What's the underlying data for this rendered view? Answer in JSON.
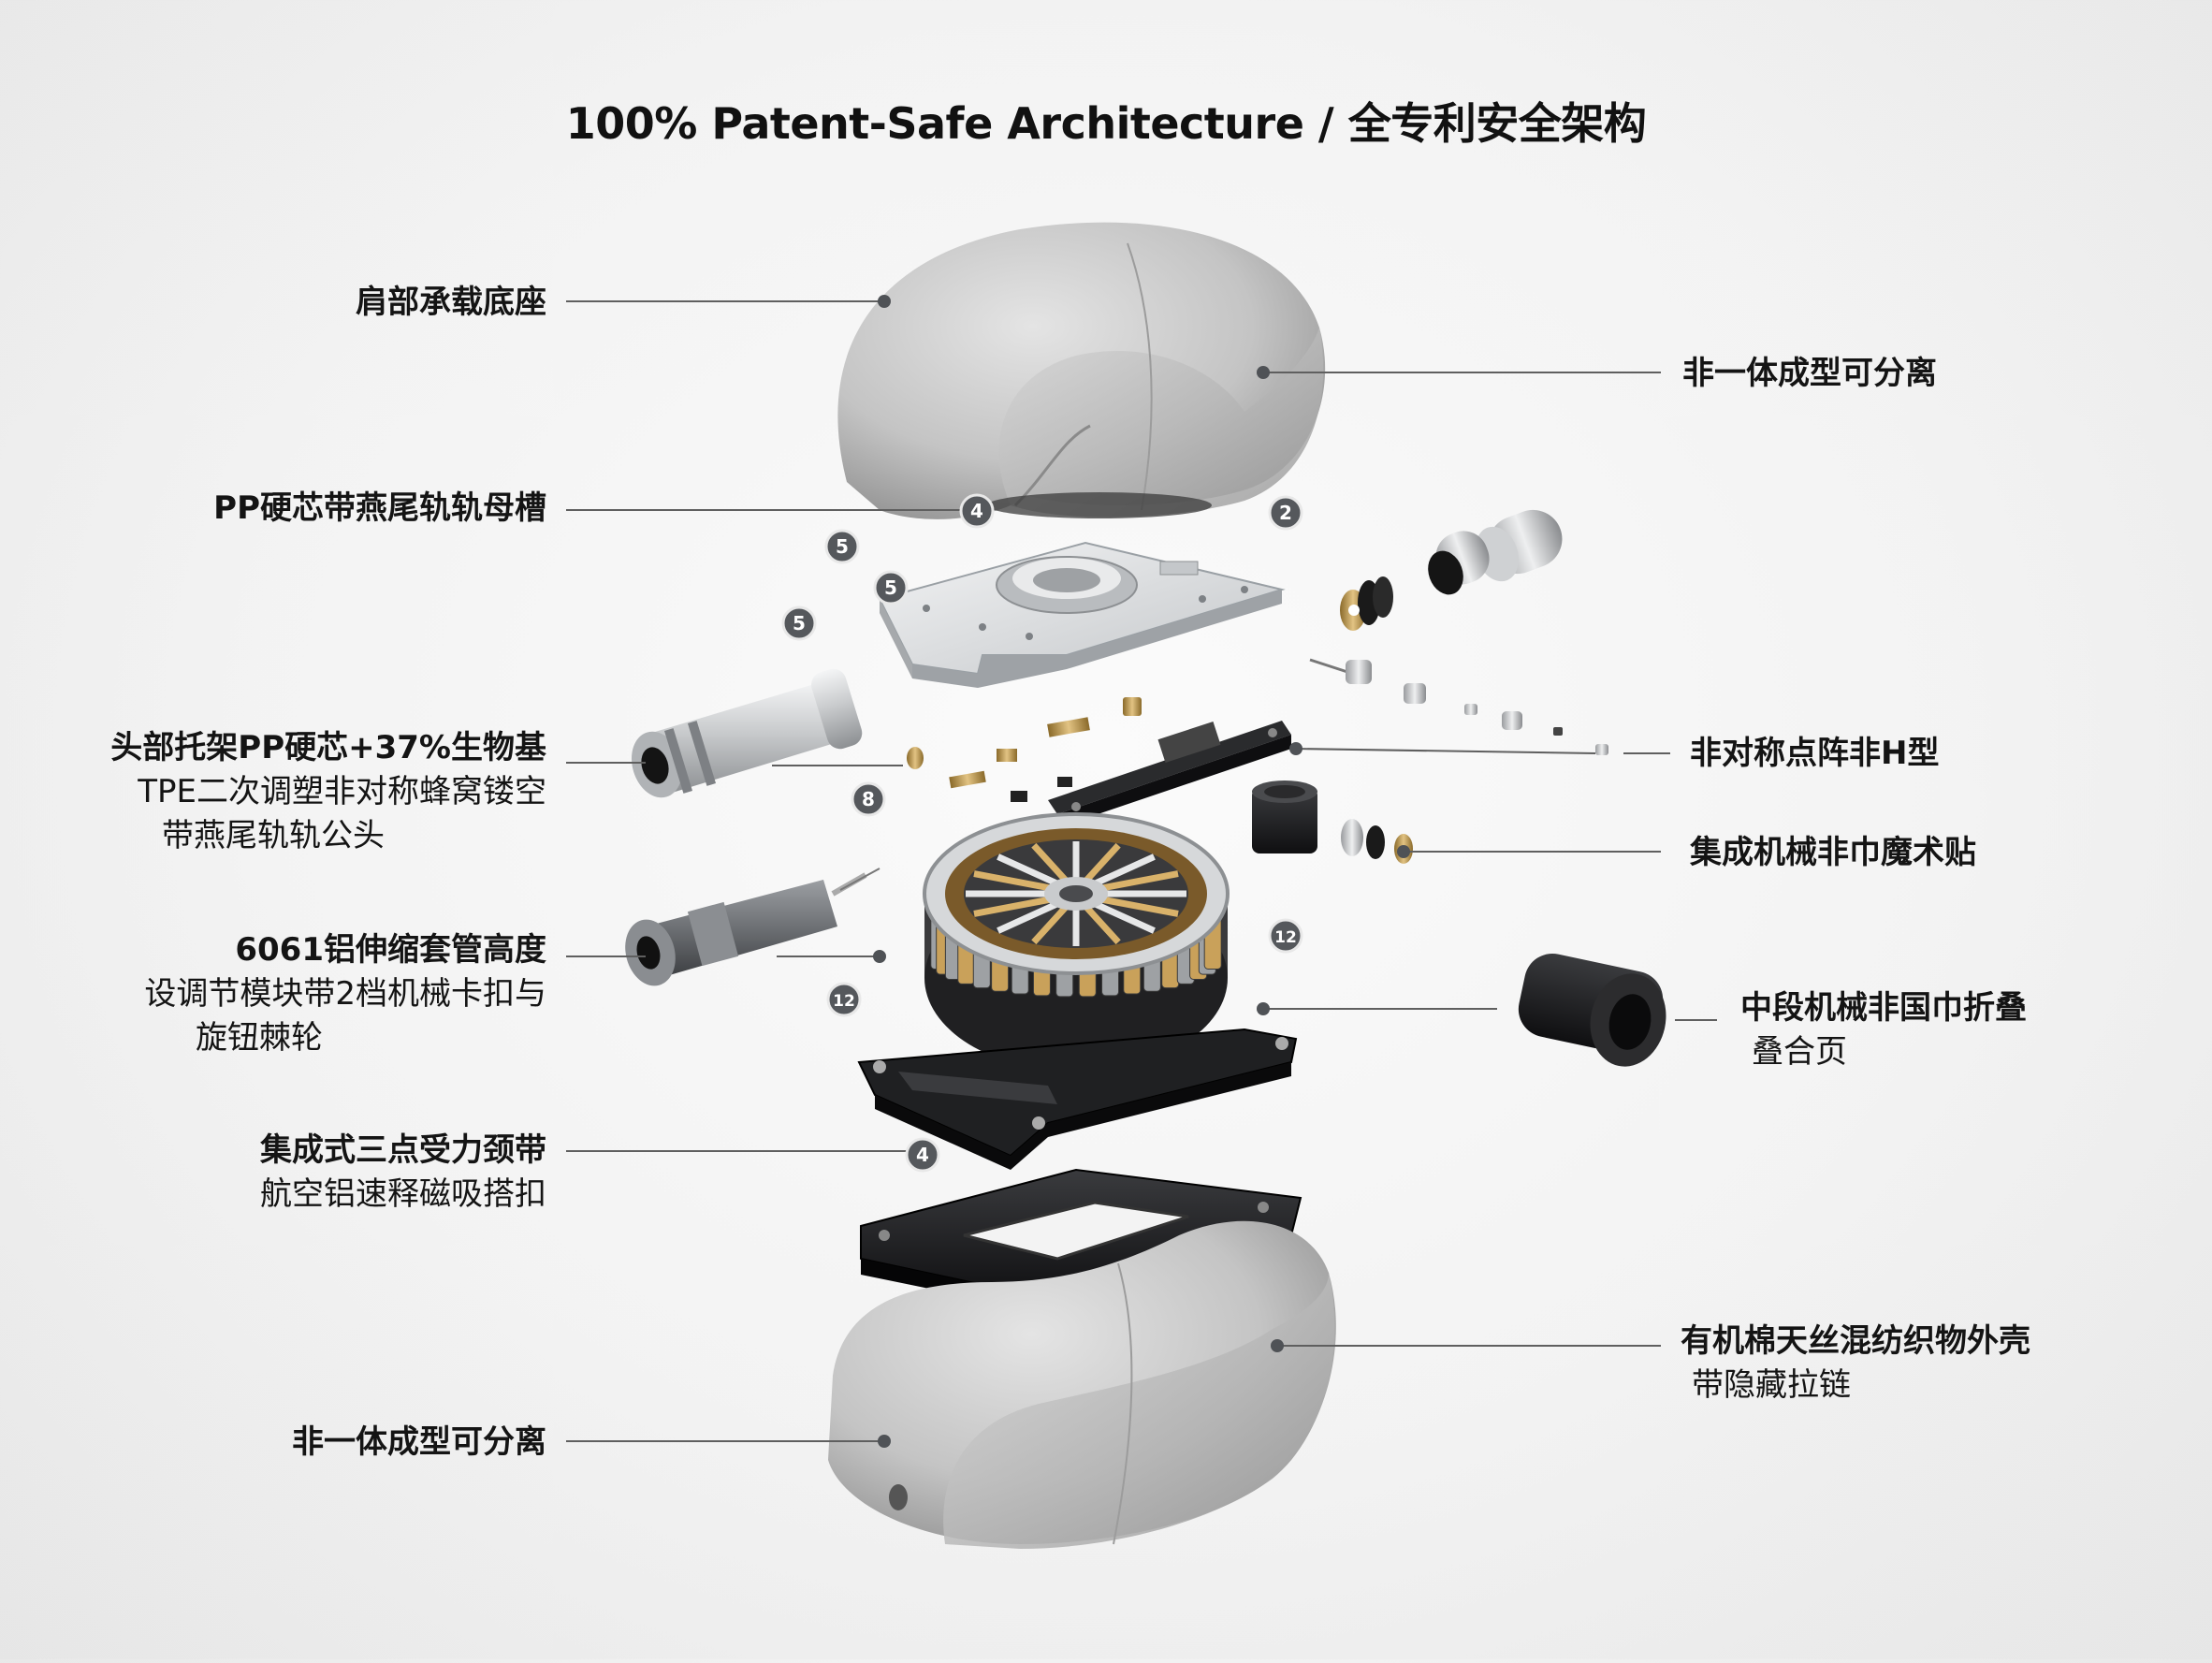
{
  "title": "100% Patent-Safe Architecture / 全专利安全架构",
  "colors": {
    "background": "#f3f3f3",
    "leader_line": "#5f5f5f",
    "fabric": "#c9c9c9",
    "aluminum": "#d8d9db",
    "black_part": "#1b1b1d",
    "gold": "#c9a15a",
    "badge": "#55585c"
  },
  "labels_left": [
    {
      "lines": [
        "肩部承载底座"
      ]
    },
    {
      "lines": [
        "PP硬芯带燕尾轨轨母槽"
      ]
    },
    {
      "lines": [
        "头部托架PP硬芯+37%生物基",
        "TPE二次调塑非对称蜂窝镂空",
        "带燕尾轨轨公头"
      ]
    },
    {
      "lines": [
        "6061铝伸缩套管高度",
        "设调节模块带2档机械卡扣与",
        "旋钮棘轮"
      ]
    },
    {
      "lines": [
        "集成式三点受力颈带",
        "航空铝速释磁吸搭扣"
      ]
    },
    {
      "lines": [
        "非一体成型可分离"
      ]
    }
  ],
  "labels_right": [
    {
      "lines": [
        "非一体成型可分离"
      ]
    },
    {
      "lines": [
        "非对称点阵非H型"
      ]
    },
    {
      "lines": [
        "集成机械非巾魔术贴"
      ]
    },
    {
      "lines": [
        "中段机械非国巾折叠",
        "叠合页"
      ]
    },
    {
      "lines": [
        "有机棉天丝混纺织物外壳",
        "带隐藏拉链"
      ]
    }
  ],
  "badges": [
    "4",
    "2",
    "5",
    "5",
    "5",
    "8",
    "12",
    "12",
    "4"
  ],
  "icons": [
    "neck-pillow-top-icon",
    "neck-pillow-bottom-icon",
    "mounting-plate-icon",
    "aluminum-tube-icon",
    "telescopic-sleeve-icon",
    "motor-stator-icon",
    "black-rail-bracket-icon",
    "black-base-frame-icon",
    "knob-icon",
    "lens-cap-icon",
    "hinge-pin-icon",
    "screw-set-icon"
  ]
}
